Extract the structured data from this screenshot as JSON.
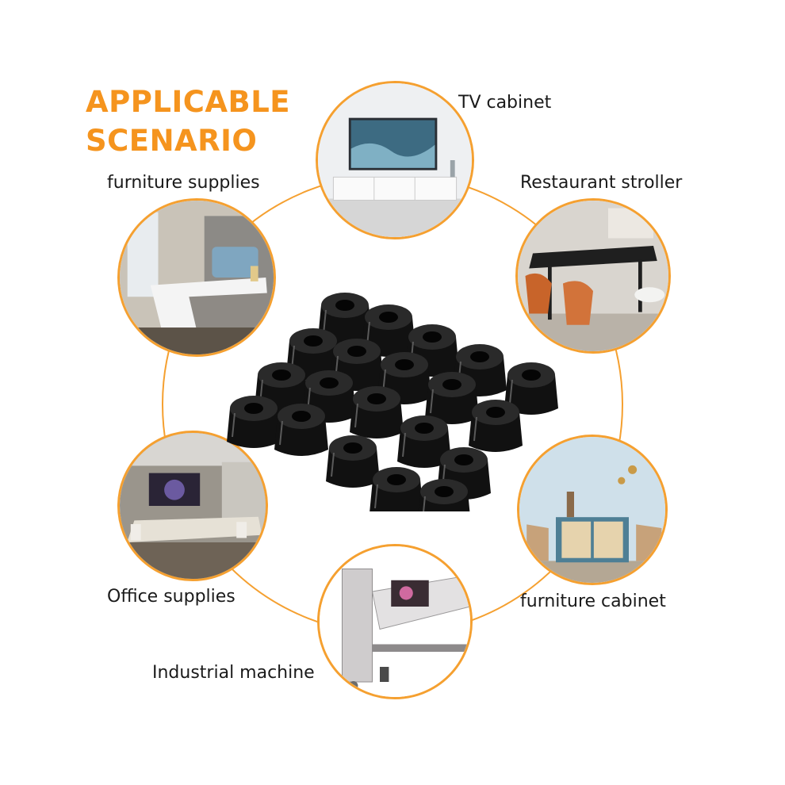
{
  "headline": {
    "line1": "APPLICABLE",
    "line2": "SCENARIO",
    "color": "#f5941e"
  },
  "accent_color": "#f5a030",
  "scenarios": [
    {
      "label": "TV cabinet"
    },
    {
      "label": "furniture supplies"
    },
    {
      "label": "Restaurant stroller"
    },
    {
      "label": "Office supplies"
    },
    {
      "label": "furniture cabinet"
    },
    {
      "label": "Industrial machine"
    }
  ],
  "product": {
    "name": "rubber-feet",
    "color": "#111111",
    "count": 20
  }
}
